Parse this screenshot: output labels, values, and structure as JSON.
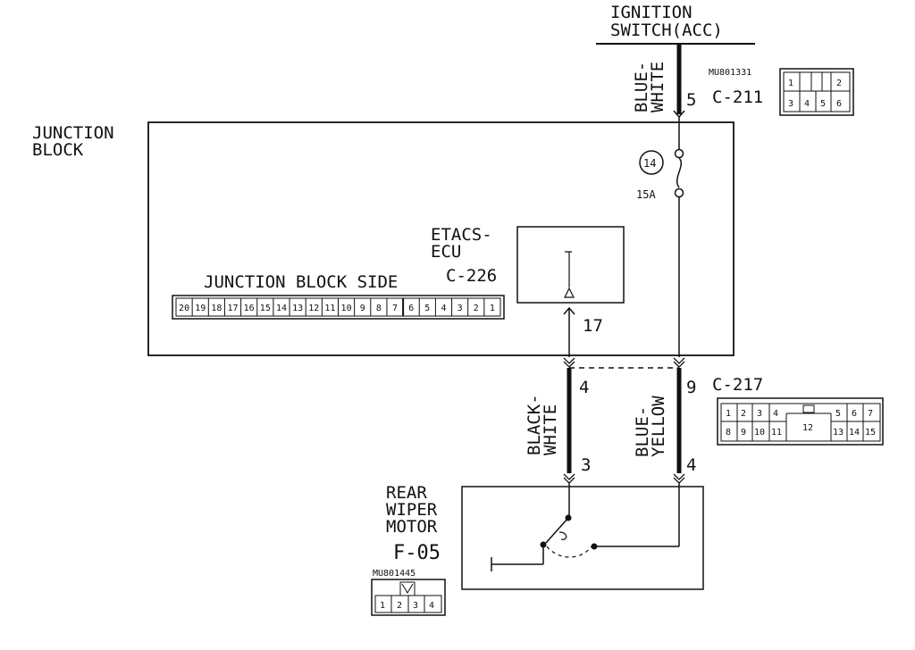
{
  "ignition": {
    "line1": "IGNITION",
    "line2": "SWITCH(ACC)"
  },
  "junction_block": {
    "line1": "JUNCTION",
    "line2": "BLOCK",
    "side_label": "JUNCTION BLOCK SIDE"
  },
  "fuse": {
    "number": "14",
    "rating": "15A"
  },
  "etacs": {
    "line1": "ETACS-",
    "line2": "ECU",
    "connector": "C-226",
    "pin": "17"
  },
  "c211": {
    "part": "MU801331",
    "connector": "C-211",
    "pin": "5",
    "pins": [
      "1",
      "2",
      "3",
      "4",
      "5",
      "6"
    ]
  },
  "c217": {
    "connector": "C-217",
    "pin_blue_yellow": "9",
    "pin_black_white": "4",
    "pins": [
      "1",
      "2",
      "3",
      "4",
      "5",
      "6",
      "7",
      "8",
      "9",
      "10",
      "11",
      "12",
      "13",
      "14",
      "15"
    ]
  },
  "jb_connector": {
    "pins": [
      "20",
      "19",
      "18",
      "17",
      "16",
      "15",
      "14",
      "13",
      "12",
      "11",
      "10",
      "9",
      "8",
      "7",
      "6",
      "5",
      "4",
      "3",
      "2",
      "1"
    ]
  },
  "wires": {
    "top": {
      "line1": "BLUE-",
      "line2": "WHITE"
    },
    "left": {
      "line1": "BLACK-",
      "line2": "WHITE"
    },
    "right": {
      "line1": "BLUE-",
      "line2": "YELLOW"
    }
  },
  "motor": {
    "line1": "REAR",
    "line2": "WIPER",
    "line3": "MOTOR",
    "connector": "F-05",
    "part": "MU801445",
    "pin_left": "3",
    "pin_right": "4",
    "pins": [
      "1",
      "2",
      "3",
      "4"
    ]
  }
}
